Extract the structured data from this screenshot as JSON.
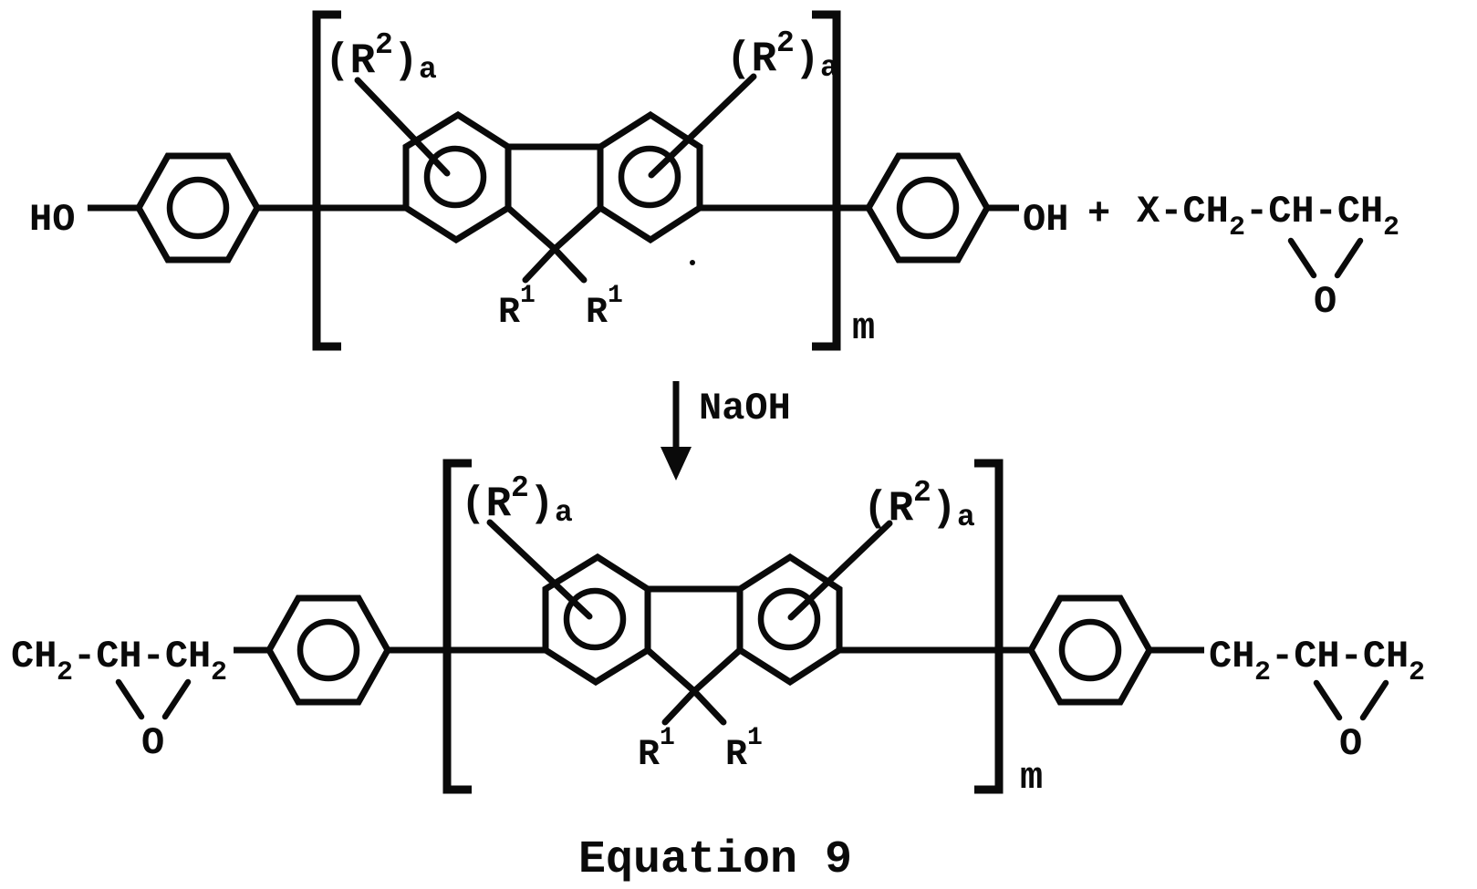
{
  "reaction": {
    "caption": "Equation 9",
    "arrow_reagent": "NaOH",
    "plus": "+",
    "terminal_ho": "HO",
    "terminal_oh": "OH",
    "oxygen": "O",
    "repeat_subscript": "m",
    "r1": {
      "base": "R",
      "sup": "1"
    },
    "r2": {
      "open": "(R",
      "sup": "2",
      "close": ")",
      "sub": "a"
    },
    "halide_epoxide_chain": {
      "part1": "X-CH",
      "sub1": "2",
      "part2": "-CH-CH",
      "sub2": "2"
    },
    "glycidyl_chain": {
      "part1": "CH",
      "sub1": "2",
      "part2": "-CH-CH",
      "sub2": "2"
    }
  }
}
